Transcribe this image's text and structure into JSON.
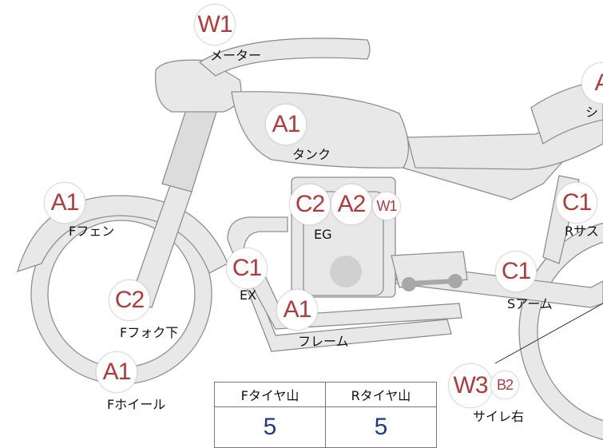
{
  "parts": [
    {
      "code": "W1",
      "sub": "",
      "label": "メーター"
    },
    {
      "code": "A1",
      "sub": "",
      "label": "タンク"
    },
    {
      "code": "A1",
      "sub": "",
      "label": "Fフェン"
    },
    {
      "code": "C2",
      "sub": "",
      "label": ""
    },
    {
      "code": "A2",
      "sub": "W1",
      "label": "EG"
    },
    {
      "code": "C1",
      "sub": "",
      "label": "EX"
    },
    {
      "code": "A1",
      "sub": "",
      "label": "フレーム"
    },
    {
      "code": "C2",
      "sub": "",
      "label": "Fフォク下"
    },
    {
      "code": "A1",
      "sub": "",
      "label": "Fホイール"
    },
    {
      "code": "C1",
      "sub": "",
      "label": "Sアーム"
    },
    {
      "code": "W3",
      "sub": "B2",
      "label": "サイレ右"
    },
    {
      "code": "A",
      "sub": "",
      "label": "シ"
    },
    {
      "code": "C1",
      "sub": "",
      "label": "Rサス"
    }
  ],
  "tire_table": {
    "headers": [
      "Fタイヤ山",
      "Rタイヤ山"
    ],
    "values": [
      "5",
      "5"
    ]
  },
  "colors": {
    "code": "#b23a3a",
    "value": "#1f3b8c",
    "body": "#e8e8e8",
    "outline": "#8f8f8f"
  }
}
